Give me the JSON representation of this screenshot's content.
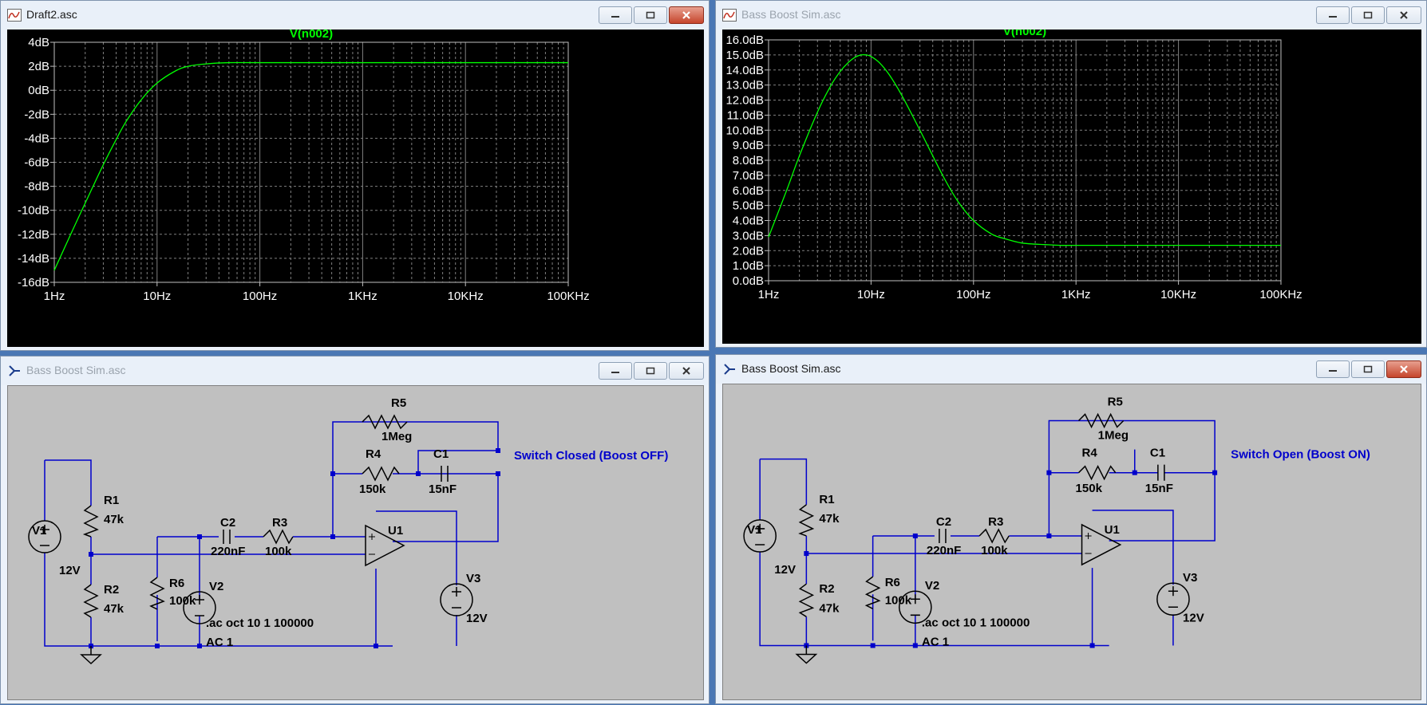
{
  "windows": {
    "plot_left": {
      "title": "Draft2.asc",
      "trace_label": "V(n002)",
      "y_ticks": [
        "4dB",
        "2dB",
        "0dB",
        "-2dB",
        "-4dB",
        "-6dB",
        "-8dB",
        "-10dB",
        "-12dB",
        "-14dB",
        "-16dB"
      ],
      "x_ticks": [
        "1Hz",
        "10Hz",
        "100Hz",
        "1KHz",
        "10KHz",
        "100KHz"
      ]
    },
    "plot_right": {
      "title": "Bass Boost Sim.asc",
      "trace_label": "V(n002)",
      "y_ticks": [
        "16.0dB",
        "15.0dB",
        "14.0dB",
        "13.0dB",
        "12.0dB",
        "11.0dB",
        "10.0dB",
        "9.0dB",
        "8.0dB",
        "7.0dB",
        "6.0dB",
        "5.0dB",
        "4.0dB",
        "3.0dB",
        "2.0dB",
        "1.0dB",
        "0.0dB"
      ],
      "x_ticks": [
        "1Hz",
        "10Hz",
        "100Hz",
        "1KHz",
        "10KHz",
        "100KHz"
      ]
    },
    "schem_left": {
      "title": "Bass Boost Sim.asc",
      "labels": {
        "r5": "R5",
        "r5v": "1Meg",
        "r4": "R4",
        "r4v": "150k",
        "c1": "C1",
        "c1v": "15nF",
        "r1": "R1",
        "r1v": "47k",
        "r2": "R2",
        "r2v": "47k",
        "v1": "V1",
        "v1v": "12V",
        "c2": "C2",
        "c2v": "220nF",
        "r3": "R3",
        "r3v": "100k",
        "u1": "U1",
        "r6": "R6",
        "r6v": "100k",
        "v2": "V2",
        "v3": "V3",
        "v3v": "12V",
        "ac_cmd": ".ac oct 10 1 100000",
        "ac1": "AC 1",
        "note": "Switch Closed (Boost OFF)"
      }
    },
    "schem_right": {
      "title": "Bass Boost Sim.asc",
      "labels": {
        "r5": "R5",
        "r5v": "1Meg",
        "r4": "R4",
        "r4v": "150k",
        "c1": "C1",
        "c1v": "15nF",
        "r1": "R1",
        "r1v": "47k",
        "r2": "R2",
        "r2v": "47k",
        "v1": "V1",
        "v1v": "12V",
        "c2": "C2",
        "c2v": "220nF",
        "r3": "R3",
        "r3v": "100k",
        "u1": "U1",
        "r6": "R6",
        "r6v": "100k",
        "v2": "V2",
        "v3": "V3",
        "v3v": "12V",
        "ac_cmd": ".ac oct 10 1 100000",
        "ac1": "AC 1",
        "note": "Switch Open (Boost ON)"
      }
    }
  },
  "icons": {
    "plot": "waveform-icon",
    "schematic": "schematic-icon",
    "minimize": "minimize-icon",
    "maximize": "maximize-icon",
    "close": "close-icon"
  },
  "colors": {
    "trace": "#00ff00",
    "wire": "#0000cc",
    "component": "#000000",
    "label": "#000000",
    "note": "#0000cc",
    "grid": "#808080"
  },
  "chart_data": [
    {
      "type": "line",
      "title": "V(n002)",
      "x_scale": "log",
      "xlim": [
        1,
        100000
      ],
      "ylim": [
        -16,
        4
      ],
      "y_unit": "dB",
      "series": [
        {
          "name": "V(n002)",
          "x": [
            1,
            1.5,
            2,
            3,
            4,
            5,
            7,
            10,
            15,
            20,
            30,
            50,
            100,
            1000,
            10000,
            100000
          ],
          "values": [
            -15.0,
            -11.7,
            -9.4,
            -6.2,
            -4.1,
            -2.6,
            -0.8,
            0.6,
            1.6,
            2.0,
            2.2,
            2.3,
            2.3,
            2.3,
            2.3,
            2.3
          ]
        }
      ]
    },
    {
      "type": "line",
      "title": "V(n002)",
      "x_scale": "log",
      "xlim": [
        1,
        100000
      ],
      "ylim": [
        0,
        16
      ],
      "y_unit": "dB",
      "series": [
        {
          "name": "V(n002)",
          "x": [
            1,
            1.5,
            2,
            3,
            4,
            5,
            6,
            7,
            8,
            9,
            10,
            12,
            15,
            20,
            30,
            50,
            70,
            100,
            150,
            200,
            300,
            500,
            700,
            1000,
            10000,
            100000
          ],
          "values": [
            2.9,
            6.0,
            8.3,
            11.2,
            12.9,
            13.9,
            14.5,
            14.85,
            15.0,
            15.0,
            14.9,
            14.5,
            13.7,
            12.3,
            10.0,
            7.0,
            5.3,
            4.0,
            3.1,
            2.8,
            2.5,
            2.4,
            2.35,
            2.35,
            2.35,
            2.35
          ]
        }
      ]
    }
  ]
}
